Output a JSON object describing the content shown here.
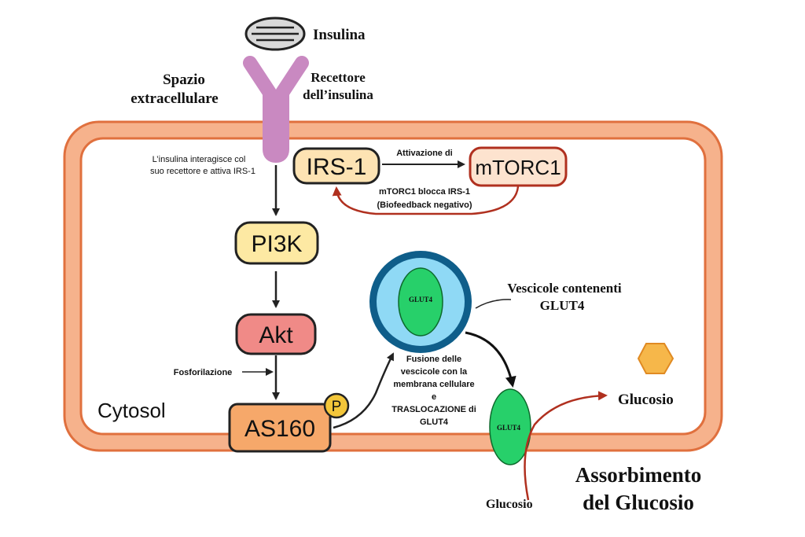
{
  "labels": {
    "insulin": "Insulina",
    "extracellular_space_line1": "Spazio",
    "extracellular_space_line2": "extracellulare",
    "receptor_line1": "Recettore",
    "receptor_line2": "dell’insulina",
    "receptor_note_line1": "L’insulina interagisce col",
    "receptor_note_line2": "suo recettore e attiva IRS-1",
    "activation": "Attivazione di",
    "feedback_line1": "mTORC1 blocca IRS-1",
    "feedback_line2": "(Biofeedback negativo)",
    "phosphorylation": "Fosforilazione",
    "cytosol": "Cytosol",
    "phosphate": "P",
    "vesicle_glut4": "GLUT4",
    "membrane_glut4": "GLUT4",
    "vesicles_line1": "Vescicole contenenti",
    "vesicles_line2": "GLUT4",
    "fusion_line1": "Fusione delle",
    "fusion_line2": "vescicole con la",
    "fusion_line3": "membrana cellulare",
    "fusion_line4": "e",
    "fusion_line5": "TRASLOCAZIONE di",
    "fusion_line6": "GLUT4",
    "glucose_outside": "Glucosio",
    "glucose_inside": "Glucosio",
    "uptake_line1": "Assorbimento",
    "uptake_line2": "del Glucosio"
  },
  "nodes": {
    "irs1": "IRS-1",
    "mtorc1": "mTORC1",
    "pi3k": "PI3K",
    "akt": "Akt",
    "as160": "AS160"
  },
  "colors": {
    "membrane_fill": "#f6b28c",
    "membrane_stroke": "#e0703e",
    "receptor": "#c989c1",
    "irs1_fill": "#fde3b3",
    "mtorc1_fill": "#fde3cf",
    "mtorc1_stroke": "#b0301f",
    "pi3k_fill": "#fde9a3",
    "akt_fill": "#f08a87",
    "as160_fill": "#f6a86a",
    "phosphate_fill": "#f3c63a",
    "vesicle_outer": "#0f5e8a",
    "vesicle_inner": "#8fd9f5",
    "glut4_fill": "#27d06a",
    "glucose_hex": "#f6b74a",
    "feedback_arrow": "#b0301f"
  }
}
